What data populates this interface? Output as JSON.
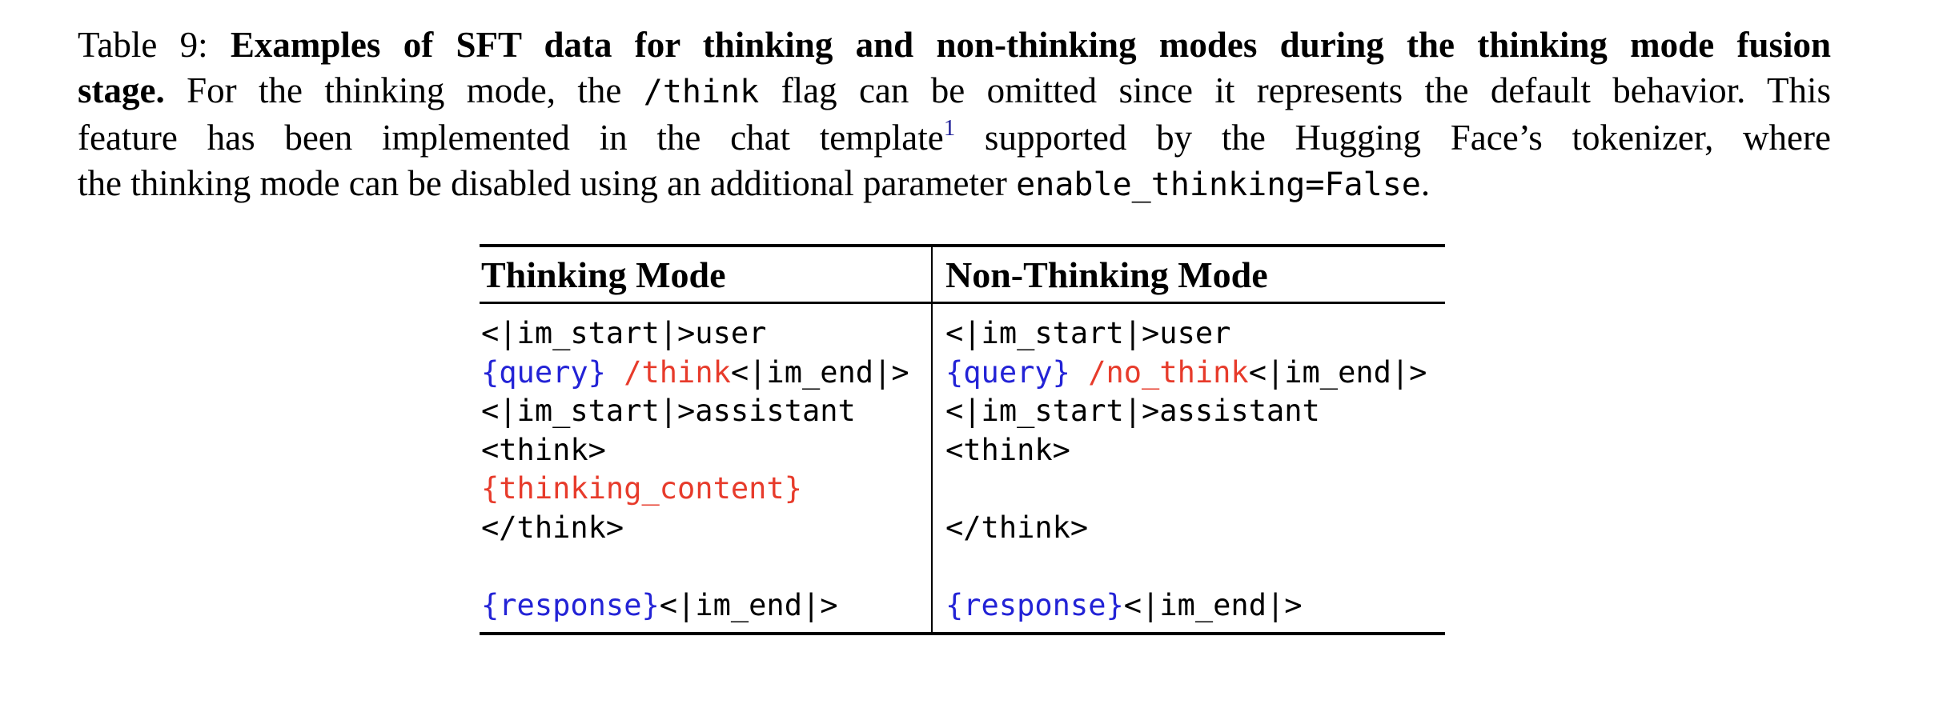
{
  "colors": {
    "text": "#000000",
    "code_blue": "#2323d6",
    "code_red": "#e73b2b",
    "footnote_link": "#1f1f96",
    "rule": "#000000",
    "background": "#ffffff"
  },
  "caption": {
    "label": "Table 9:",
    "lines": [
      {
        "justify": true,
        "segments": [
          {
            "text": "Table 9: ",
            "style": "plain"
          },
          {
            "text": "Examples of SFT data for thinking and non-thinking modes during the thinking mode fusion",
            "style": "bold"
          }
        ]
      },
      {
        "justify": true,
        "segments": [
          {
            "text": "stage.",
            "style": "bold"
          },
          {
            "text": " For the thinking mode, the ",
            "style": "plain"
          },
          {
            "text": "/think",
            "style": "code"
          },
          {
            "text": " flag can be omitted since it represents the default behavior. This",
            "style": "plain"
          }
        ]
      },
      {
        "justify": true,
        "segments": [
          {
            "text": "feature has been implemented in the chat template",
            "style": "plain"
          },
          {
            "text": "1",
            "style": "footnote"
          },
          {
            "text": " supported by the Hugging Face’s tokenizer, where",
            "style": "plain"
          }
        ]
      },
      {
        "justify": false,
        "segments": [
          {
            "text": "the thinking mode can be disabled using an additional parameter ",
            "style": "plain"
          },
          {
            "text": "enable_thinking=False",
            "style": "code"
          },
          {
            "text": ".",
            "style": "plain"
          }
        ]
      }
    ]
  },
  "table": {
    "headers": [
      "Thinking Mode",
      "Non-Thinking Mode"
    ],
    "columns": [
      {
        "id": "thinking-mode",
        "lines": [
          [
            {
              "text": "<|im_start|>user",
              "color": "black"
            }
          ],
          [
            {
              "text": "{query}",
              "color": "blue"
            },
            {
              "text": " ",
              "color": "black"
            },
            {
              "text": "/think",
              "color": "red"
            },
            {
              "text": "<|im_end|>",
              "color": "black"
            }
          ],
          [
            {
              "text": "<|im_start|>assistant",
              "color": "black"
            }
          ],
          [
            {
              "text": "<think>",
              "color": "black"
            }
          ],
          [
            {
              "text": "{thinking_content}",
              "color": "red"
            }
          ],
          [
            {
              "text": "</think>",
              "color": "black"
            }
          ],
          [],
          [
            {
              "text": "{response}",
              "color": "blue"
            },
            {
              "text": "<|im_end|>",
              "color": "black"
            }
          ]
        ]
      },
      {
        "id": "non-thinking-mode",
        "lines": [
          [
            {
              "text": "<|im_start|>user",
              "color": "black"
            }
          ],
          [
            {
              "text": "{query}",
              "color": "blue"
            },
            {
              "text": " ",
              "color": "black"
            },
            {
              "text": "/no_think",
              "color": "red"
            },
            {
              "text": "<|im_end|>",
              "color": "black"
            }
          ],
          [
            {
              "text": "<|im_start|>assistant",
              "color": "black"
            }
          ],
          [
            {
              "text": "<think>",
              "color": "black"
            }
          ],
          [],
          [
            {
              "text": "</think>",
              "color": "black"
            }
          ],
          [],
          [
            {
              "text": "{response}",
              "color": "blue"
            },
            {
              "text": "<|im_end|>",
              "color": "black"
            }
          ]
        ]
      }
    ]
  }
}
